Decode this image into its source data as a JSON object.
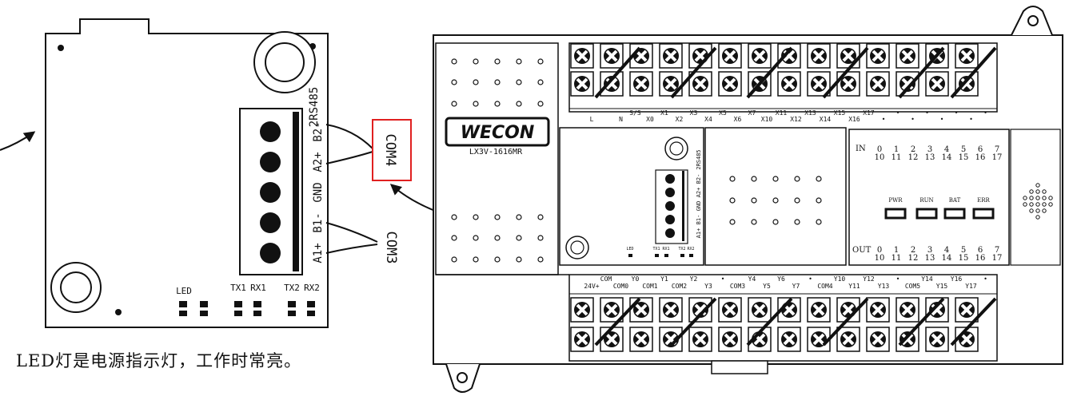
{
  "module": {
    "ports_title": "2RS485",
    "terminals": [
      "B2-",
      "A2+",
      "GND",
      "B1-",
      "A1+"
    ],
    "indicators": [
      "LED",
      "TX1",
      "RX1",
      "TX2",
      "RX2"
    ]
  },
  "callouts": {
    "com4": "COM4",
    "com3": "COM3",
    "com4_box_color": "#e02020"
  },
  "plc": {
    "brand": "WECON",
    "model": "LX3V-1616MR",
    "top_row1": [
      "L",
      "N",
      "X0",
      "X2",
      "X4",
      "X6",
      "X10",
      "X12",
      "X14",
      "X16",
      "•",
      "•",
      "•",
      "•"
    ],
    "top_row2": [
      "",
      "S/S",
      "X1",
      "X3",
      "X5",
      "X7",
      "X11",
      "X13",
      "X15",
      "X17",
      "•",
      "•",
      "•",
      "•"
    ],
    "bottom_row1": [
      "COM",
      "Y0",
      "Y1",
      "Y2",
      "•",
      "Y4",
      "Y6",
      "•",
      "Y10",
      "Y12",
      "•",
      "Y14",
      "Y16",
      "•"
    ],
    "bottom_row2": [
      "24V+",
      "COM0",
      "COM1",
      "COM2",
      "Y3",
      "COM3",
      "Y5",
      "Y7",
      "COM4",
      "Y11",
      "Y13",
      "COM5",
      "Y15",
      "Y17"
    ],
    "in_label": "IN",
    "out_label": "OUT",
    "io_top": [
      "0",
      "1",
      "2",
      "3",
      "4",
      "5",
      "6",
      "7"
    ],
    "io_bottom": [
      "10",
      "11",
      "12",
      "13",
      "14",
      "15",
      "16",
      "17"
    ],
    "status": [
      "PWR",
      "RUN",
      "BAT",
      "ERR"
    ]
  },
  "caption": "LED灯是电源指示灯，工作时常亮。"
}
